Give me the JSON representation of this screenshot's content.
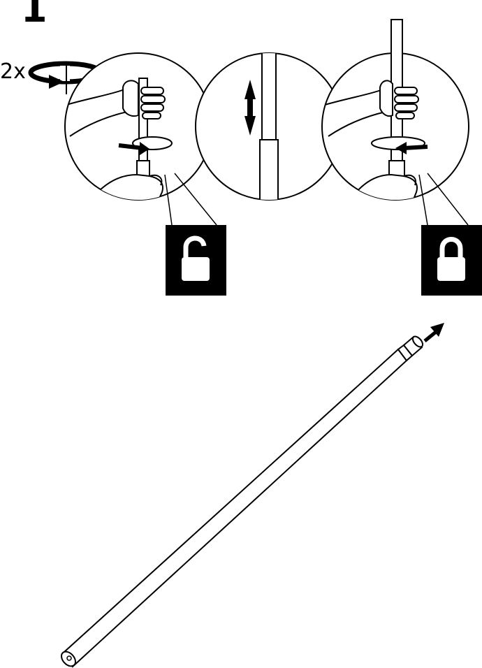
{
  "step": {
    "number": "1"
  },
  "rotation": {
    "count_label": "2x"
  },
  "panels": [
    {
      "name": "unlock-panel",
      "lock_state": "unlocked",
      "icon": "padlock-open-icon",
      "arrow": "twist-left-arrow-icon"
    },
    {
      "name": "slide-panel",
      "icon": "double-arrow-vertical-icon"
    },
    {
      "name": "lock-panel",
      "lock_state": "locked",
      "icon": "padlock-closed-icon",
      "arrow": "twist-right-arrow-icon"
    }
  ],
  "colors": {
    "ink": "#000000",
    "paper": "#ffffff"
  }
}
